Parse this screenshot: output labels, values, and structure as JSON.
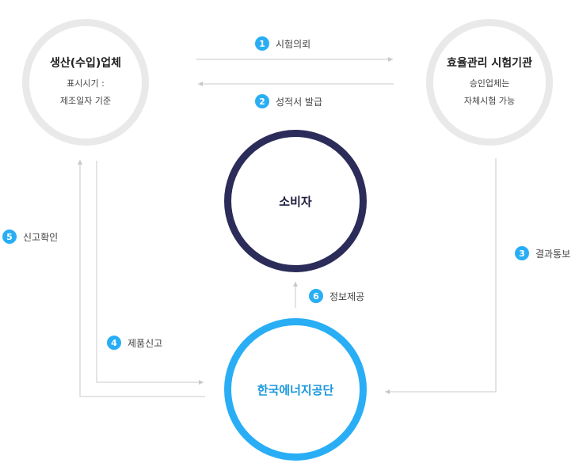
{
  "nodes": {
    "producer": {
      "title": "생산(수입)업체",
      "sub1": "표시시기 :",
      "sub2": "제조일자 기준"
    },
    "lab": {
      "title": "효율관리 시험기관",
      "sub1": "승인업체는",
      "sub2": "자체시험 가능"
    },
    "consumer": {
      "title": "소비자"
    },
    "agency": {
      "title": "한국에너지공단"
    }
  },
  "steps": [
    {
      "num": "1",
      "label": "시험의뢰"
    },
    {
      "num": "2",
      "label": "성적서 발급"
    },
    {
      "num": "3",
      "label": "결과통보"
    },
    {
      "num": "4",
      "label": "제품신고"
    },
    {
      "num": "5",
      "label": "신고확인"
    },
    {
      "num": "6",
      "label": "정보제공"
    }
  ],
  "colors": {
    "accent": "#29aef5",
    "navy": "#2c2c5a",
    "ring_gray": "#e9e9e9",
    "line": "#c8c8c8"
  }
}
